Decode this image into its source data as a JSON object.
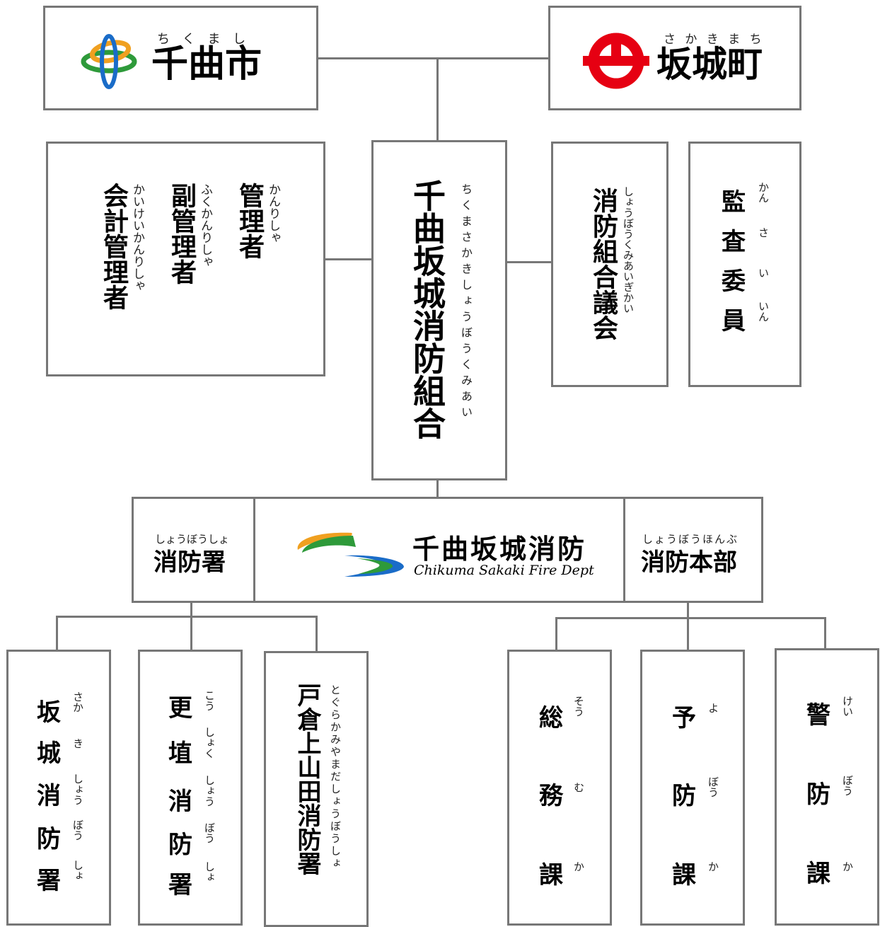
{
  "chikuma_city": {
    "name": "千曲市",
    "reading": "ち く ま し"
  },
  "sakaki_town": {
    "name": "坂城町",
    "reading": "さ か き ま ち"
  },
  "union": {
    "name": "千曲坂城消防組合",
    "reading": "ちくまさかきしょうぼうくみあい"
  },
  "managers": [
    {
      "name": "管理者",
      "reading": "かんりしゃ"
    },
    {
      "name": "副管理者",
      "reading": "ふくかんりしゃ"
    },
    {
      "name": "会計管理者",
      "reading": "かいけいかんりしゃ"
    }
  ],
  "assembly": {
    "name": "消防組合議会",
    "reading": "しょうぼうくみあいぎかい"
  },
  "auditor": {
    "chars": [
      "監",
      "査",
      "委",
      "員"
    ],
    "readings": [
      "かん",
      "さ",
      "い",
      "いん"
    ]
  },
  "fire_dept": {
    "stations_label": "消防署",
    "stations_reading": "しょうぼうしょ",
    "logo_jp": "千曲坂城消防",
    "logo_en": "Chikuma Sakaki Fire Dept",
    "hq_label": "消防本部",
    "hq_reading": "しょうぼうほんぶ",
    "colors": {
      "orange": "#f0a020",
      "green": "#2e9a3a",
      "blue": "#1a6cc8",
      "red": "#e60012"
    }
  },
  "stations": [
    {
      "chars": [
        "坂",
        "城",
        "消",
        "防",
        "署"
      ],
      "readings": [
        "さか",
        "き",
        "しょう",
        "ぼう",
        "しょ"
      ]
    },
    {
      "chars": [
        "更",
        "埴",
        "消",
        "防",
        "署"
      ],
      "readings": [
        "こう",
        "しょく",
        "しょう",
        "ぼう",
        "しょ"
      ]
    },
    {
      "name": "戸倉上山田消防署",
      "reading": "とぐらかみやまだしょうぼうしょ"
    }
  ],
  "sections": [
    {
      "chars": [
        "総",
        "務",
        "課"
      ],
      "readings": [
        "そう",
        "む",
        "か"
      ]
    },
    {
      "chars": [
        "予",
        "防",
        "課"
      ],
      "readings": [
        "よ",
        "ぼう",
        "か"
      ]
    },
    {
      "chars": [
        "警",
        "防",
        "課"
      ],
      "readings": [
        "けい",
        "ぼう",
        "か"
      ]
    }
  ]
}
